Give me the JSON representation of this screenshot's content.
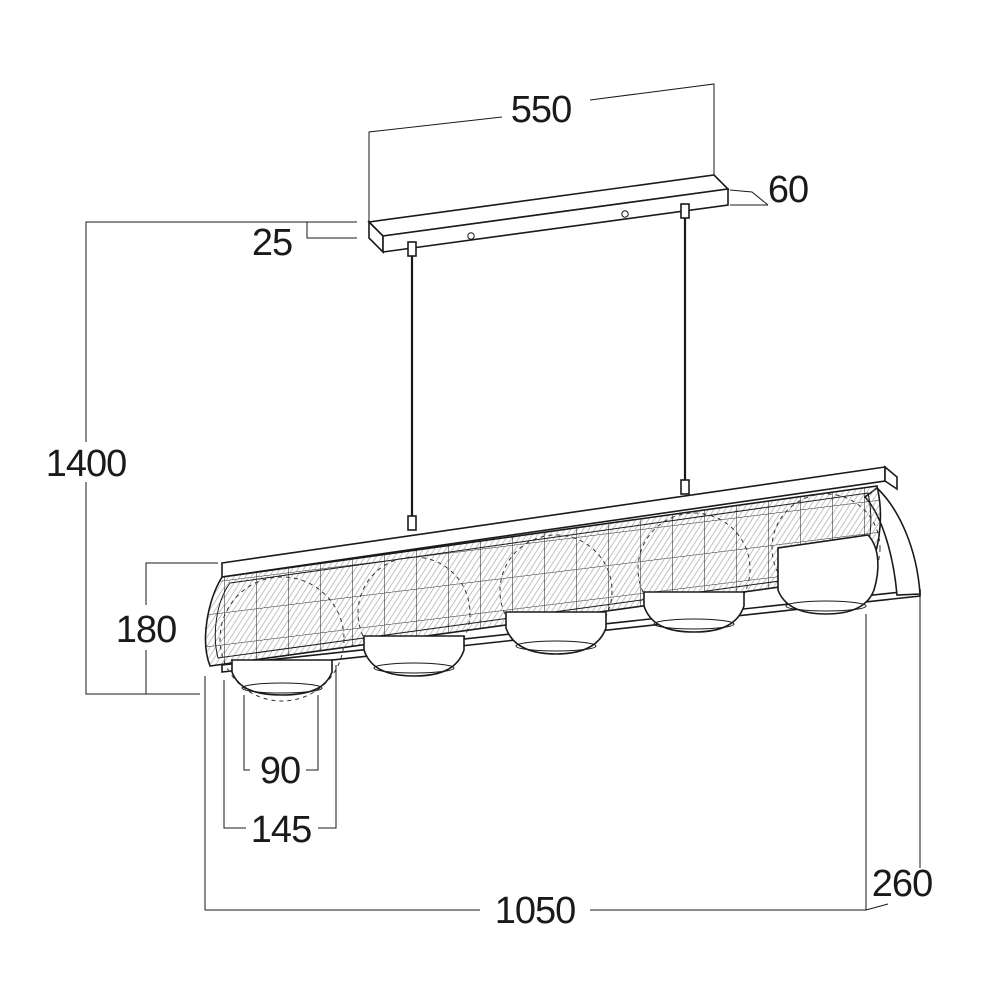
{
  "dimensions": {
    "canopy_length": "550",
    "canopy_height": "60",
    "canopy_thickness": "25",
    "overall_height": "1400",
    "body_height": "180",
    "shade_inner_diameter": "90",
    "shade_outer_diameter": "145",
    "overall_length": "1050",
    "body_depth": "260"
  },
  "lamp_count": 5,
  "colors": {
    "line": "#1a1a1a",
    "mesh": "#9a9a9a",
    "background": "#ffffff"
  }
}
